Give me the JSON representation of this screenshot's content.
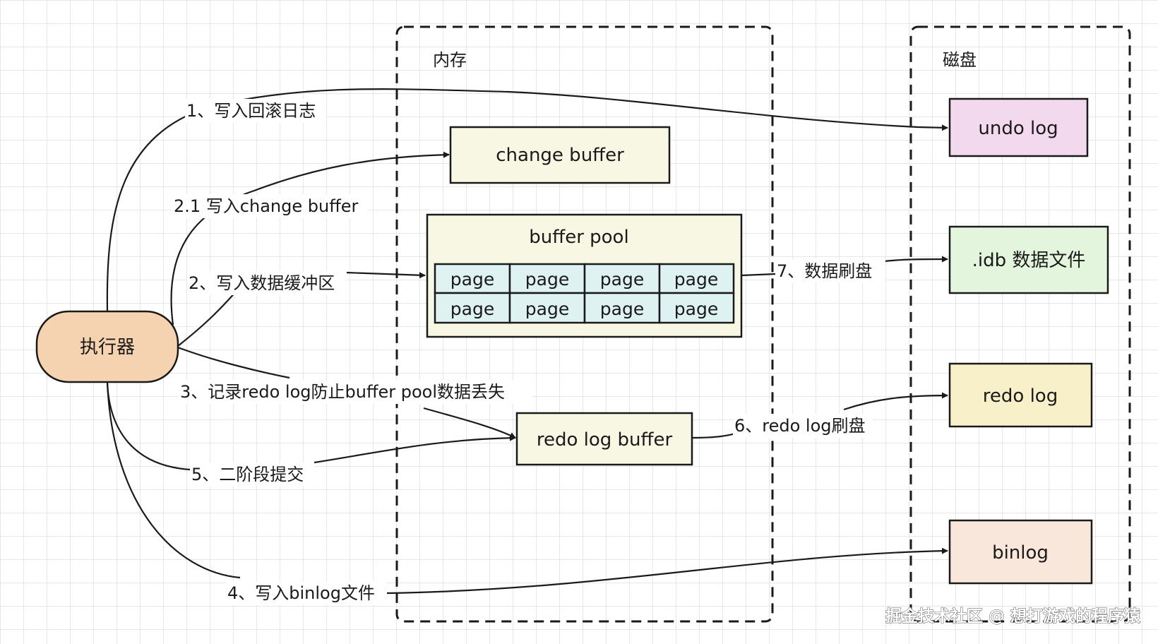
{
  "regions": {
    "memory": "内存",
    "disk": "磁盘"
  },
  "nodes": {
    "executor": "执行器",
    "change_buffer": "change buffer",
    "buffer_pool": "buffer pool",
    "pages": [
      "page",
      "page",
      "page",
      "page",
      "page",
      "page",
      "page",
      "page"
    ],
    "redo_log_buffer": "redo log buffer",
    "undo_log": "undo log",
    "idb_file": ".idb 数据文件",
    "redo_log": "redo log",
    "binlog": "binlog"
  },
  "edges": {
    "write_undo": "1、写入回滚日志",
    "write_change_buffer": "2.1 写入change buffer",
    "write_buffer_pool": "2、写入数据缓冲区",
    "record_redo": "3、记录redo log防止buffer pool数据丢失",
    "write_binlog": "4、写入binlog文件",
    "two_phase_commit": "5、二阶段提交",
    "flush_redo": "6、redo log刷盘",
    "flush_data": "7、数据刷盘"
  },
  "watermark": "掘金技术社区 @ 想打游戏的程序猿",
  "colors": {
    "executor": "#f5d3b1",
    "memory_box": "#f8f7e4",
    "page_cell": "#dff2f2",
    "undo_log": "#f3d9ee",
    "idb_file": "#e3f5dc",
    "redo_log": "#f7f0c8",
    "binlog": "#f8e7da"
  }
}
